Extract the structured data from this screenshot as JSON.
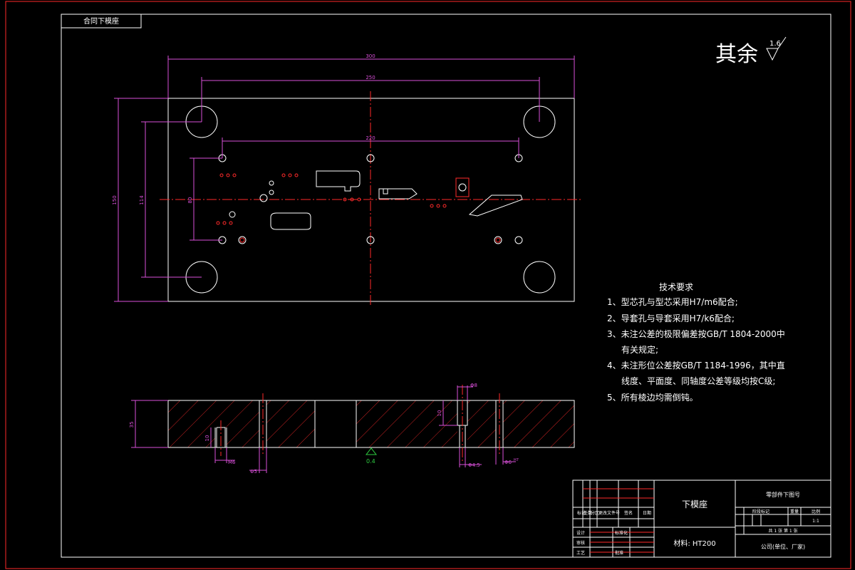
{
  "title_tab": "合同下模座",
  "roughness": {
    "prefix": "其余",
    "value": "1.6"
  },
  "dimensions": {
    "overall_width": "300",
    "guide_spacing": "250",
    "pin_spacing": "220",
    "overall_height": "150",
    "guide_vertical": "114",
    "pin_vertical": "80",
    "thickness": "35",
    "depth": "10",
    "side_depth": "10",
    "phi8": "Φ8",
    "m6": "M6",
    "phi5": "Φ5",
    "phi45": "Φ4.5",
    "phi6": "Φ6",
    "phi6_tol": "H7",
    "section_roughness": "0.4"
  },
  "tech": {
    "heading": "技术要求",
    "items": [
      "1、型芯孔与型芯采用H7/m6配合;",
      "2、导套孔与导套采用H7/k6配合;",
      "3、未注公差的极限偏差按GB/T 1804-2000中",
      "有关规定;",
      "4、未注形位公差按GB/T 1184-1996，其中直",
      "线度、平面度、同轴度公差等级均按C级;",
      "5、所有棱边均需倒钝。"
    ]
  },
  "title_block": {
    "part_name": "下模座",
    "material": "材料: HT200",
    "drawing_no": "零部件下图号",
    "company": "公司(单位、厂家)",
    "rev_headers": [
      "标记",
      "处数",
      "分区",
      "更改文件号",
      "签名",
      "日期"
    ],
    "roles": [
      "设计",
      "审核",
      "工艺"
    ],
    "roles2": [
      "标准化",
      "",
      "",
      "批准"
    ],
    "stage_headers": [
      "阶段标记",
      "重量",
      "比例"
    ],
    "scale": "1:1",
    "sheet_info": "共 1 张  第 1 张"
  }
}
